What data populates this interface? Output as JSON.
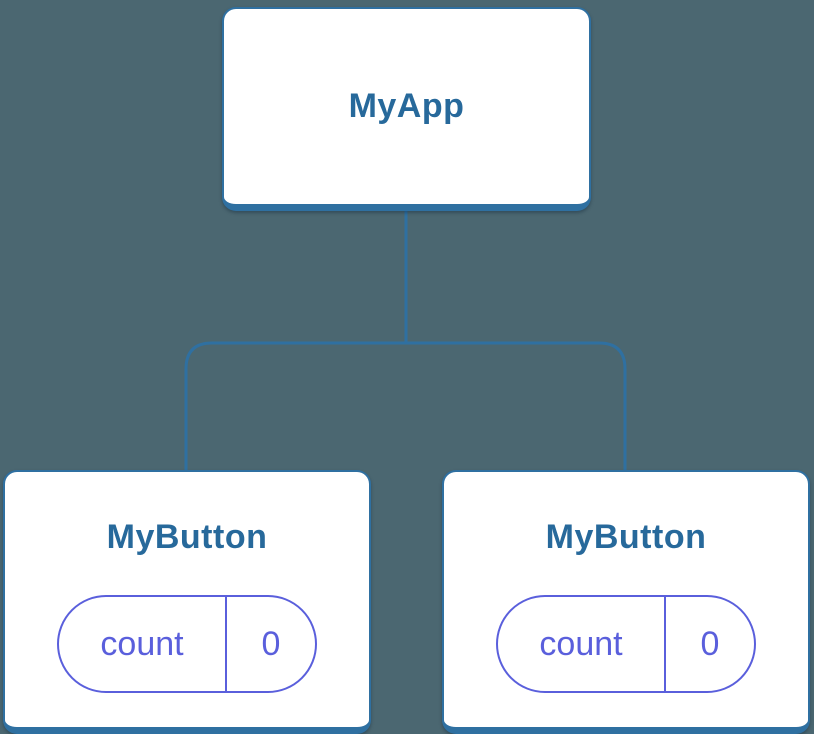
{
  "colors": {
    "background": "#4b6771",
    "card_bg": "#ffffff",
    "tree_blue": "#2f70a1",
    "title_text": "#27699b",
    "state_purple": "#5a5fdc"
  },
  "tree": {
    "root": {
      "label": "MyApp"
    },
    "children": [
      {
        "label": "MyButton",
        "state": {
          "key": "count",
          "value": "0"
        }
      },
      {
        "label": "MyButton",
        "state": {
          "key": "count",
          "value": "0"
        }
      }
    ]
  }
}
